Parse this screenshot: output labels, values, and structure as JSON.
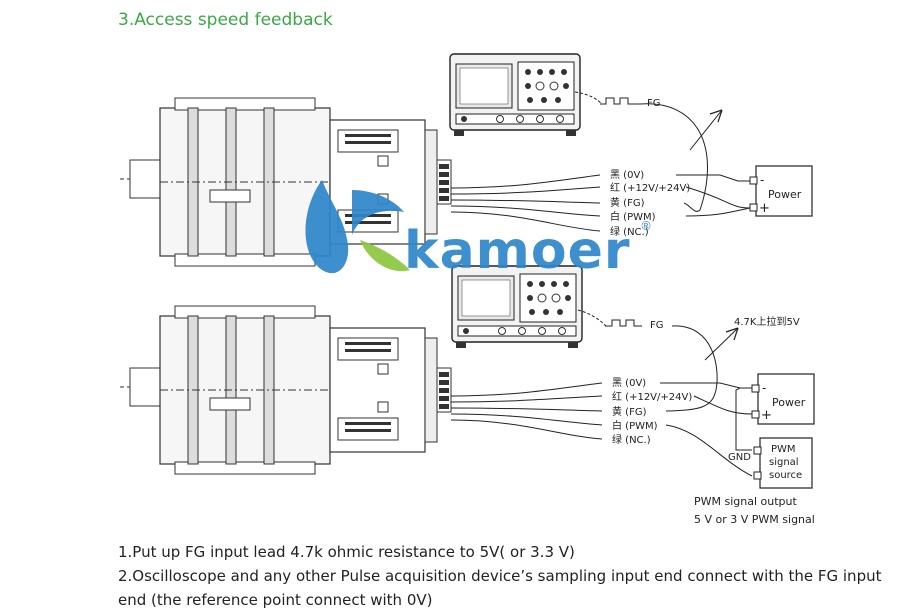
{
  "heading": "3.Access speed feedback",
  "top_diagram": {
    "fg_label": "FG",
    "wires": [
      "黑 (0V)",
      "红 (+12V/+24V)",
      "黄 (FG)",
      "白 (PWM)",
      "绿 (NC.)"
    ],
    "power_label": "Power",
    "minus": "-",
    "plus": "+"
  },
  "bottom_diagram": {
    "fg_label": "FG",
    "pullup_label": "4.7K上拉到5V",
    "wires": [
      "黑 (0V)",
      "红 (+12V/+24V)",
      "黄 (FG)",
      "白 (PWM)",
      "绿 (NC.)"
    ],
    "power_label": "Power",
    "minus": "-",
    "plus": "+",
    "gnd_label": "GND",
    "pwm_source_lines": [
      "PWM",
      "signal",
      "source"
    ],
    "pwm_output_lines": [
      "PWM signal output",
      "5 V or 3 V PWM signal"
    ]
  },
  "watermark": {
    "text": "kamoer",
    "registered": "®"
  },
  "colors": {
    "heading": "#3aa845",
    "watermark_blue": "#2e86c9",
    "watermark_green": "#8cc63f",
    "line": "#222222"
  },
  "notes": [
    "1.Put up FG input lead 4.7k ohmic resistance to 5V( or 3.3 V)",
    "2.Oscilloscope and any other Pulse acquisition device’s sampling input end connect with the FG input",
    "end (the reference point connect with 0V)"
  ]
}
